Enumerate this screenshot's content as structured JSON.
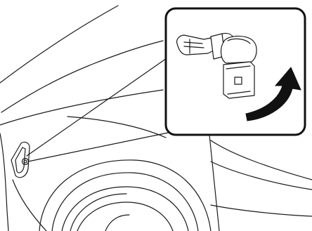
{
  "figure": {
    "kind": "technical-illustration",
    "subject": "car-front-side-marker-bulb-removal",
    "line_color": "#1a1a1a",
    "arrow_color": "#111111",
    "background": "#ffffff",
    "inset": {
      "shows": [
        "bulb",
        "socket",
        "rotate-arrow"
      ]
    }
  }
}
